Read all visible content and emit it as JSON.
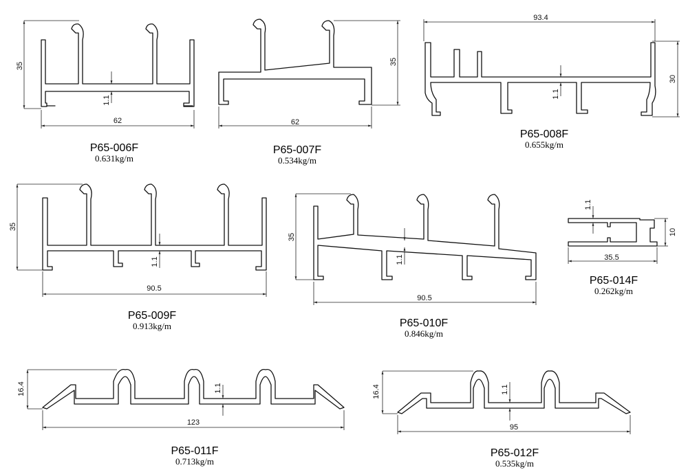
{
  "profiles": [
    {
      "code": "P65-006F",
      "weight": "0.631kg/m",
      "width": "62",
      "height": "35",
      "thickness": "1.1"
    },
    {
      "code": "P65-007F",
      "weight": "0.534kg/m",
      "width": "62",
      "height": "35"
    },
    {
      "code": "P65-008F",
      "weight": "0.655kg/m",
      "width": "93.4",
      "height": "30",
      "thickness": "1.1"
    },
    {
      "code": "P65-009F",
      "weight": "0.913kg/m",
      "width": "90.5",
      "height": "35",
      "thickness": "1.1"
    },
    {
      "code": "P65-010F",
      "weight": "0.846kg/m",
      "width": "90.5",
      "height": "35",
      "thickness": "1.1"
    },
    {
      "code": "P65-014F",
      "weight": "0.262kg/m",
      "width": "35.5",
      "height": "10",
      "thickness": "1.1"
    },
    {
      "code": "P65-011F",
      "weight": "0.713kg/m",
      "width": "123",
      "height": "16.4",
      "thickness": "1.1"
    },
    {
      "code": "P65-012F",
      "weight": "0.535kg/m",
      "width": "95",
      "height": "16.4",
      "thickness": "1.1"
    }
  ]
}
